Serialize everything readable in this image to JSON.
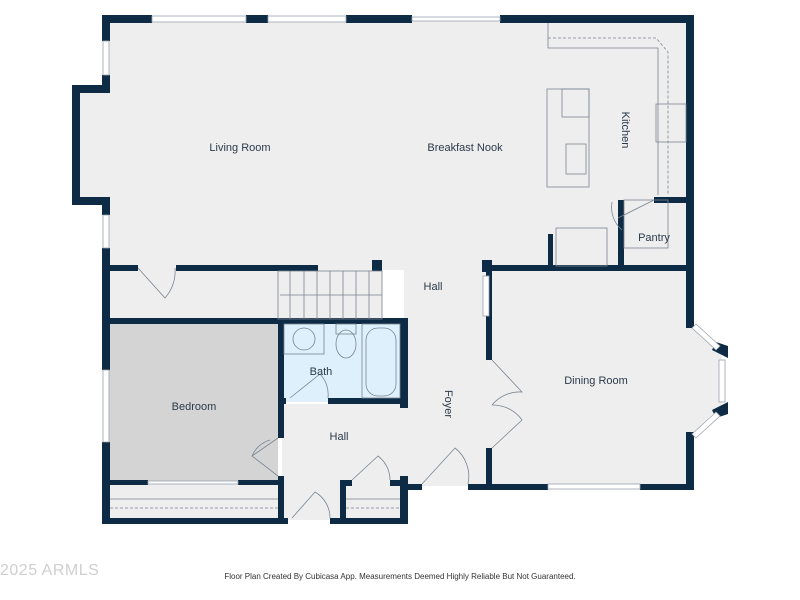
{
  "rooms": {
    "living_room": "Living Room",
    "breakfast_nook": "Breakfast Nook",
    "kitchen": "Kitchen",
    "pantry": "Pantry",
    "hall_upper": "Hall",
    "bath": "Bath",
    "bedroom": "Bedroom",
    "hall_lower": "Hall",
    "foyer": "Foyer",
    "dining_room": "Dining Room"
  },
  "footer": {
    "note": "Floor Plan Created By Cubicasa App. Measurements Deemed Highly Reliable But Not Guaranteed.",
    "watermark": "2025 ARMLS"
  },
  "colors": {
    "wall": "#0d2b45",
    "floor": "#eeeeee",
    "bedroom_floor": "#d4d4d4",
    "bath_floor": "#ddf0fb",
    "fixture_line": "#7a8591"
  }
}
